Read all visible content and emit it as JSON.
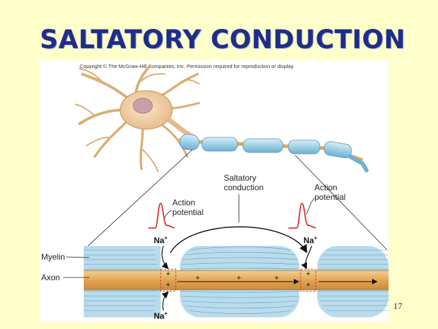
{
  "slide": {
    "title": "SALTATORY CONDUCTION",
    "page_number": "17"
  },
  "figure": {
    "copyright": "Copyright © The McGraw-Hill Companies, Inc. Permission required for reproduction or display.",
    "labels": {
      "saltatory_line1": "Saltatory",
      "saltatory_line2": "conduction",
      "ap_right_line1": "Action",
      "ap_right_line2": "potential",
      "ap_left_line1": "Action",
      "ap_left_line2": "potential",
      "myelin": "Myelin",
      "axon": "Axon"
    },
    "ions": {
      "na_top_left": "Na",
      "na_top_right": "Na",
      "na_bottom": "Na",
      "superscript": "+"
    },
    "charges": {
      "plus": "+"
    },
    "colors": {
      "myelin": "#b9dcec",
      "myelin_line": "#5a8eb5",
      "axon": "#e8b468",
      "action_potential": "#d9332a",
      "title": "#1f2d8a",
      "background": "#ffffcc"
    }
  }
}
